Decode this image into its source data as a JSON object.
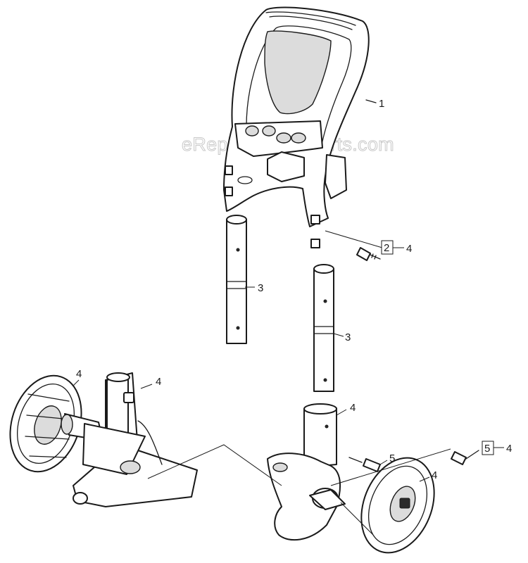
{
  "watermark": "eReplacementParts.com",
  "callouts": {
    "handle": "1",
    "tube_upper": "3",
    "tube_lower": "3",
    "screw_handle_box": "2",
    "screw_handle_ref": "4",
    "wheel_left": "4",
    "axle_left": "4",
    "post_right": "4",
    "screw_right_box": "5",
    "screw_right_ref": "4",
    "screw_mid": "5",
    "wheel_right": "4"
  }
}
